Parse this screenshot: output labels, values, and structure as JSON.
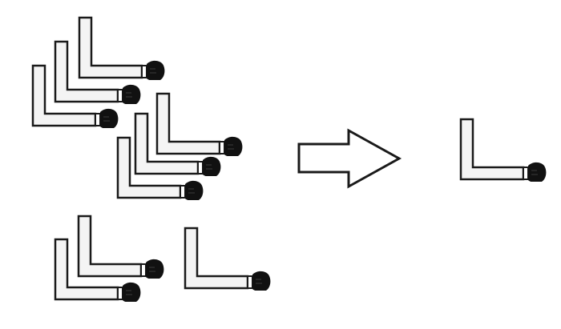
{
  "diagram": {
    "left_group": {
      "description_items": [
        {
          "kind": "arm-bracket",
          "cluster": "top-left"
        },
        {
          "kind": "arm-bracket",
          "cluster": "top-left"
        },
        {
          "kind": "arm-bracket",
          "cluster": "top-left"
        },
        {
          "kind": "arm-bracket",
          "cluster": "middle"
        },
        {
          "kind": "arm-bracket",
          "cluster": "middle"
        },
        {
          "kind": "arm-bracket",
          "cluster": "middle"
        },
        {
          "kind": "arm-bracket",
          "cluster": "bottom-left"
        },
        {
          "kind": "arm-bracket",
          "cluster": "bottom-left"
        },
        {
          "kind": "arm-bracket",
          "cluster": "bottom-right"
        }
      ]
    },
    "arrow": {
      "direction": "right",
      "icon": "hollow-right-arrow-icon"
    },
    "right_group": {
      "description_items": [
        {
          "kind": "arm-bracket",
          "cluster": "result"
        }
      ]
    },
    "colors": {
      "stroke": "#1a1a1a",
      "fill": "#f4f4f4",
      "cap": "#111111",
      "background": "#ffffff"
    }
  }
}
